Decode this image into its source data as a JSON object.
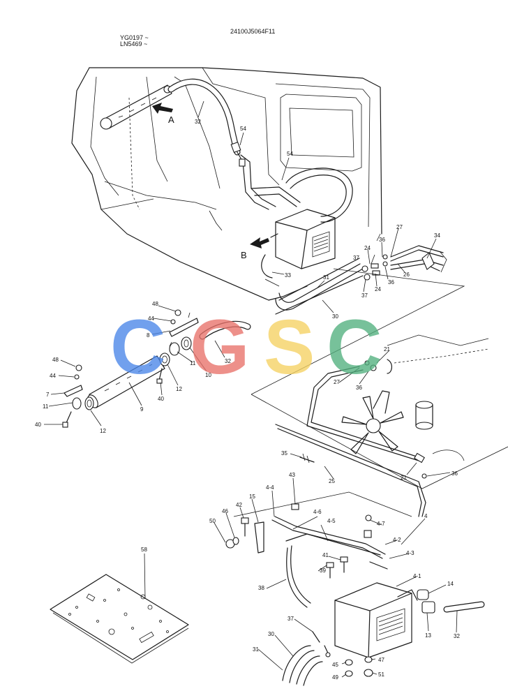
{
  "header": {
    "part_code": "24100J5064F11",
    "serial_line_1": "YG0197 ~",
    "serial_line_2": "LN5469 ~"
  },
  "view_markers": [
    "A",
    "B"
  ],
  "callouts": {
    "c32a": "32",
    "c54a": "54",
    "c54b": "54",
    "c33": "33",
    "c31a": "31",
    "c30a": "30",
    "c37a": "37",
    "c24a": "24",
    "c36a": "36",
    "c27a": "27",
    "c26": "26",
    "c34": "34",
    "c37b": "37",
    "c24b": "24",
    "c36b": "36",
    "c48a": "48",
    "c44a": "44",
    "c8": "8",
    "c32b": "32",
    "c11a": "11",
    "c10": "10",
    "c12a": "12",
    "c40a": "40",
    "c9": "9",
    "c48b": "48",
    "c44b": "44",
    "c7": "7",
    "c11b": "11",
    "c12b": "12",
    "c40b": "40",
    "c21a": "21",
    "c27b": "27",
    "c36c": "36",
    "c35": "35",
    "c25": "25",
    "c21b": "21",
    "c36d": "36",
    "c43": "43",
    "c44c": "4-4",
    "c15": "15",
    "c42": "42",
    "c46": "46",
    "c50": "50",
    "c46b": "4-6",
    "c45b": "4-5",
    "c47b": "4-7",
    "c4": "4",
    "c42b": "4-2",
    "c43b": "4-3",
    "c41b": "4-1",
    "c41": "41",
    "c39": "39",
    "c38": "38",
    "c14": "14",
    "c13": "13",
    "c32c": "32",
    "c37c": "37",
    "c30b": "30",
    "c31b": "31",
    "c45": "45",
    "c47": "47",
    "c49": "49",
    "c51": "51",
    "c58": "58"
  },
  "watermark": {
    "letters": [
      "C",
      "G",
      "S",
      "C"
    ],
    "colors": [
      "#4a86e8",
      "#e8716a",
      "#f5d262",
      "#52b07e"
    ]
  }
}
